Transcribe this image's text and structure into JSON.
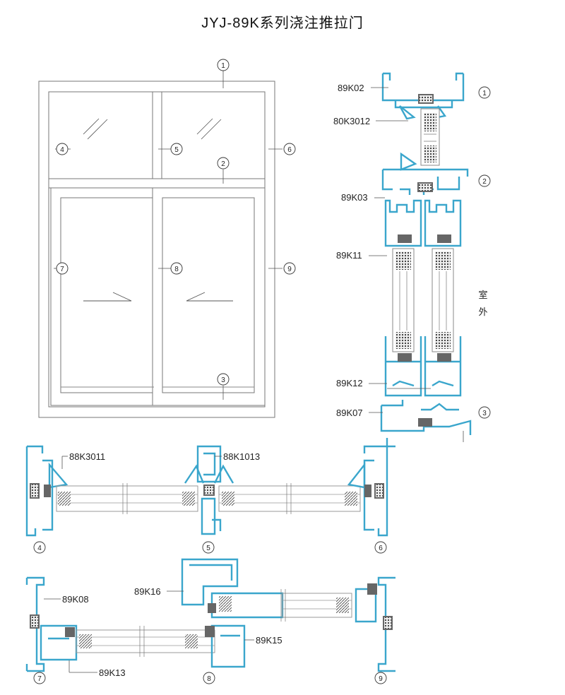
{
  "title": "JYJ-89K系列浇注推拉门",
  "outdoor_label": [
    "室",
    "外"
  ],
  "callout_numbers": [
    "1",
    "2",
    "3",
    "4",
    "5",
    "6",
    "7",
    "8",
    "9"
  ],
  "profile_labels": {
    "p1": "89K02",
    "p2": "80K3012",
    "p3": "89K03",
    "p4": "89K11",
    "p5": "89K12",
    "p6": "89K07",
    "p7": "88K3011",
    "p8": "88K1013",
    "p9": "89K08",
    "p10": "89K16",
    "p11": "89K15",
    "p12": "89K13"
  },
  "colors": {
    "profile": "#3aa6cc",
    "gasket": "#555555",
    "frame_line": "#777777"
  }
}
